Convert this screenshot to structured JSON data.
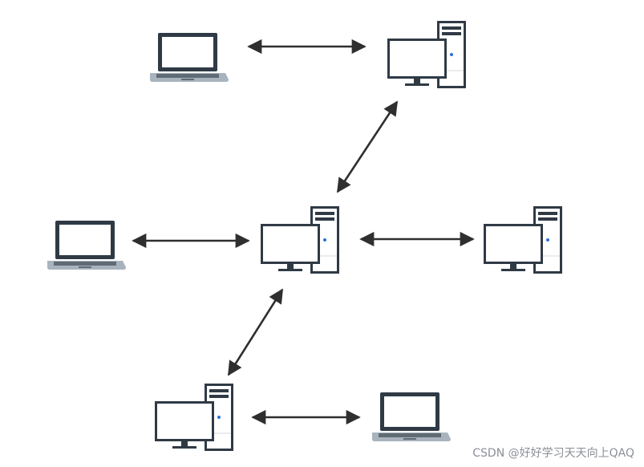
{
  "watermark": "CSDN @好好学习天天向上QAQ",
  "colors": {
    "arrow": "#2f2f2f",
    "device_outline": "#2f3a45",
    "laptop_base": "#a8b3bd",
    "keyboard": "#5f6b75",
    "tower_body": "#ffffff",
    "power_led": "#2f6fdb"
  },
  "nodes": [
    {
      "id": "laptop-top-left",
      "kind": "laptop-icon"
    },
    {
      "id": "desktop-top-right",
      "kind": "desktop-computer-icon"
    },
    {
      "id": "laptop-middle-left",
      "kind": "laptop-icon"
    },
    {
      "id": "desktop-center",
      "kind": "desktop-computer-icon"
    },
    {
      "id": "desktop-middle-right",
      "kind": "desktop-computer-icon"
    },
    {
      "id": "desktop-bottom-left",
      "kind": "desktop-computer-icon"
    },
    {
      "id": "laptop-bottom-right",
      "kind": "laptop-icon"
    }
  ],
  "edges": [
    {
      "from": "laptop-top-left",
      "to": "desktop-top-right",
      "direction": "bidirectional"
    },
    {
      "from": "desktop-top-right",
      "to": "desktop-center",
      "direction": "bidirectional"
    },
    {
      "from": "laptop-middle-left",
      "to": "desktop-center",
      "direction": "bidirectional"
    },
    {
      "from": "desktop-center",
      "to": "desktop-middle-right",
      "direction": "bidirectional"
    },
    {
      "from": "desktop-center",
      "to": "desktop-bottom-left",
      "direction": "bidirectional"
    },
    {
      "from": "desktop-bottom-left",
      "to": "laptop-bottom-right",
      "direction": "bidirectional"
    }
  ]
}
